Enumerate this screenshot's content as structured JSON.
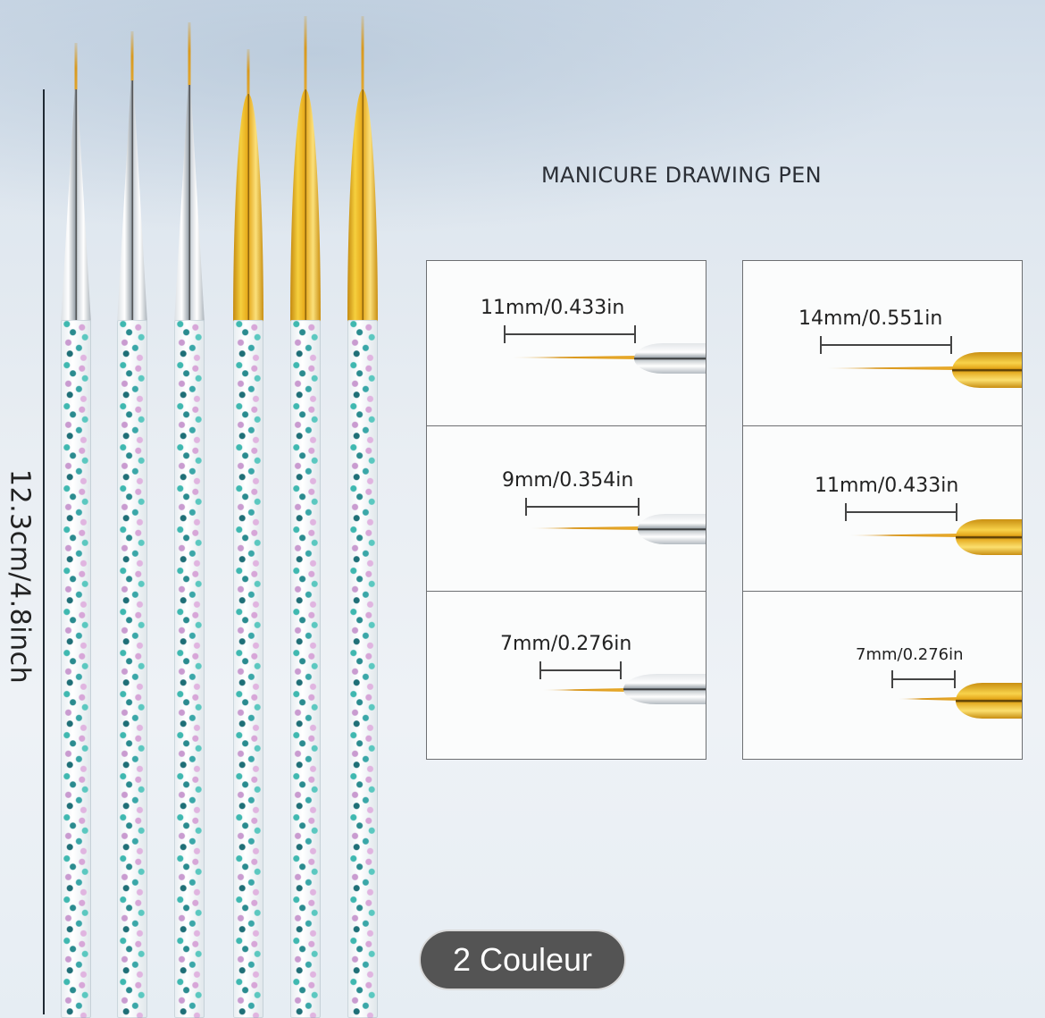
{
  "product": {
    "title": "MANICURE DRAWING PEN",
    "overall_length_label": "12.3cm/4.8inch",
    "brush_count": 6,
    "brushes": [
      {
        "ferrule": "silver"
      },
      {
        "ferrule": "silver"
      },
      {
        "ferrule": "silver"
      },
      {
        "ferrule": "gold"
      },
      {
        "ferrule": "gold"
      },
      {
        "ferrule": "gold"
      }
    ],
    "colors": {
      "silver": "#c9cfd5",
      "gold": "#e6a91a",
      "bristle": "#d89a20",
      "badge_bg": "#545454"
    }
  },
  "size_panels": {
    "silver": [
      {
        "label": "11mm/0.433in",
        "mm": 11,
        "in": 0.433
      },
      {
        "label": "9mm/0.354in",
        "mm": 9,
        "in": 0.354
      },
      {
        "label": "7mm/0.276in",
        "mm": 7,
        "in": 0.276
      }
    ],
    "gold": [
      {
        "label": "14mm/0.551in",
        "mm": 14,
        "in": 0.551
      },
      {
        "label": "11mm/0.433in",
        "mm": 11,
        "in": 0.433
      },
      {
        "label": "7mm/0.276in",
        "mm": 7,
        "in": 0.276
      }
    ]
  },
  "variant_badge": {
    "label": "2 Couleur"
  }
}
